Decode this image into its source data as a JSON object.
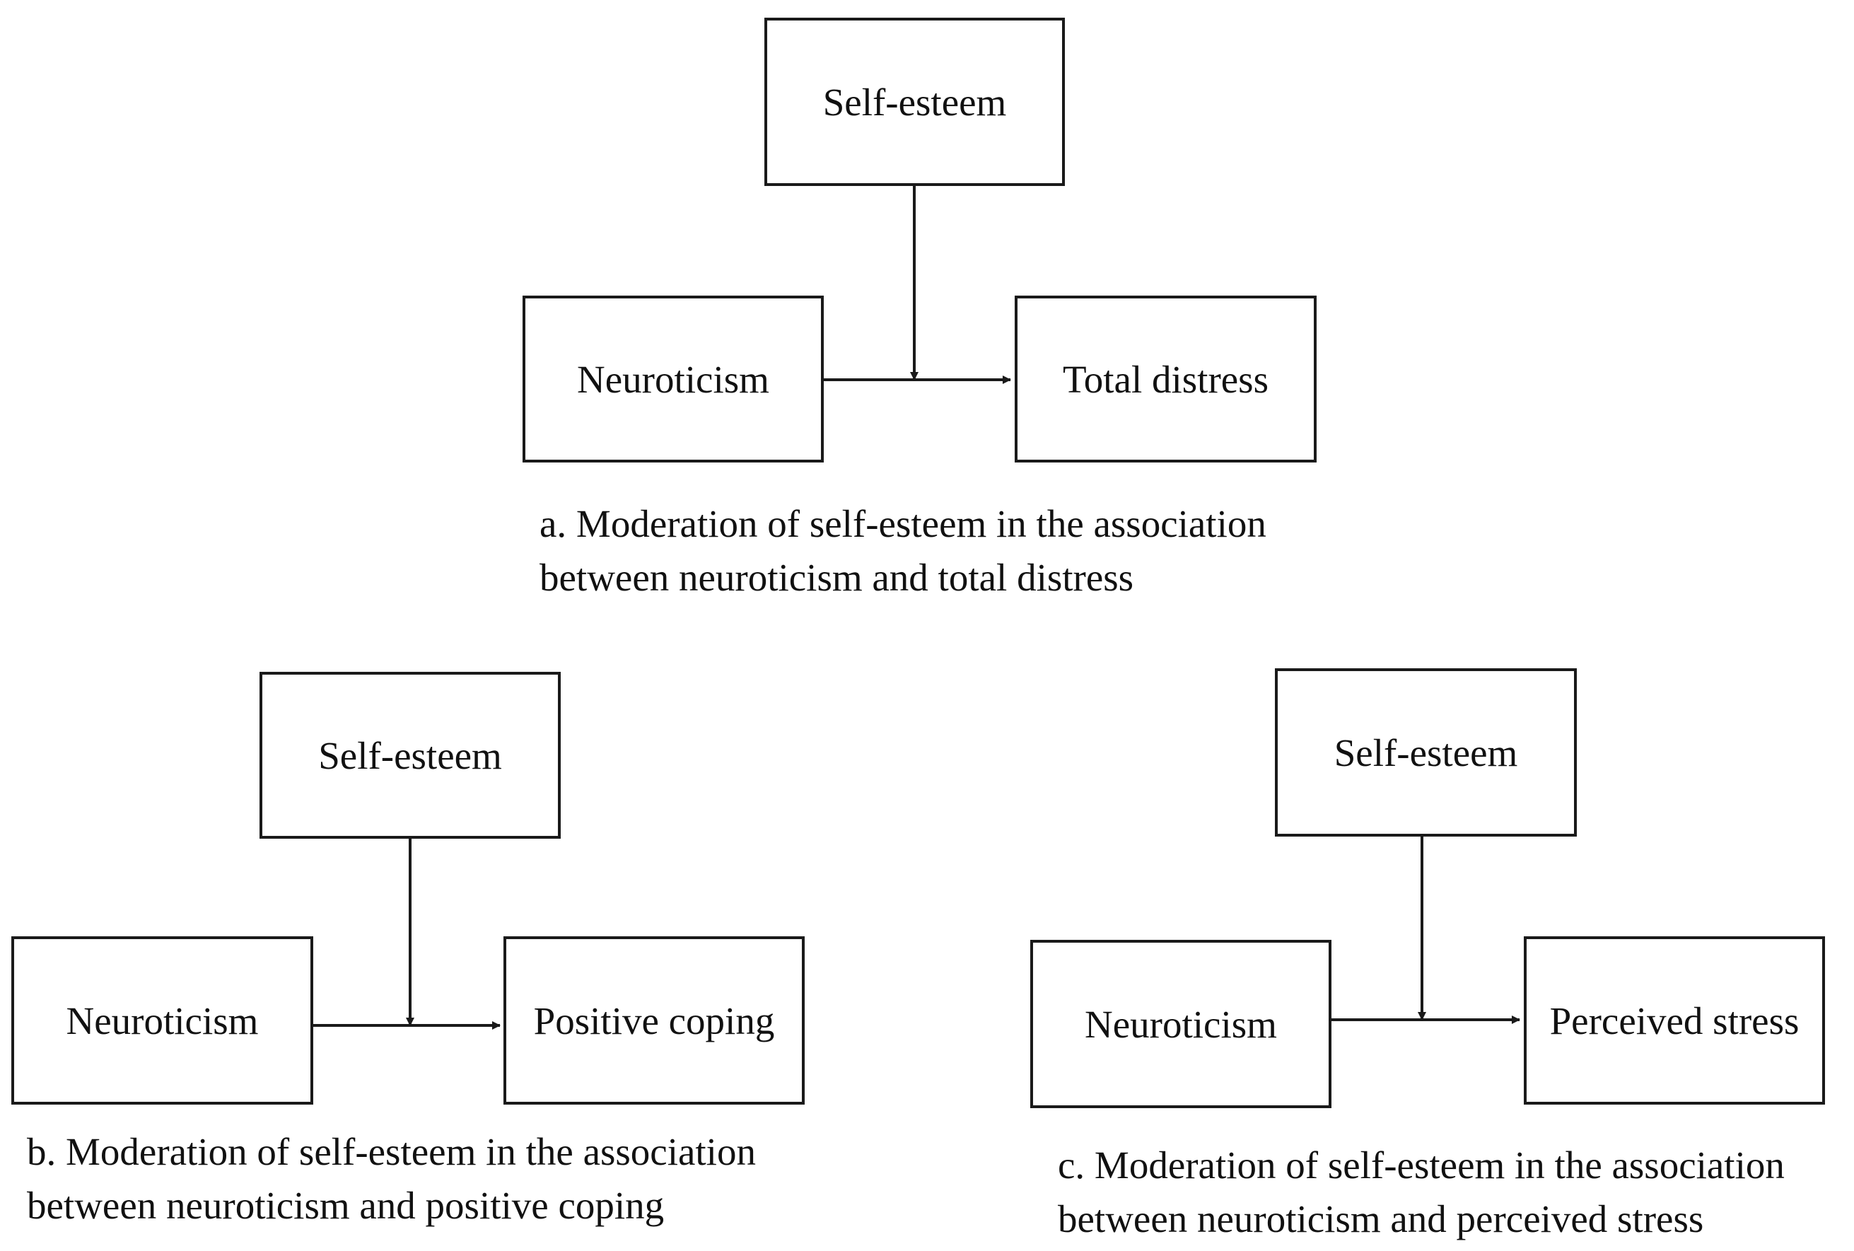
{
  "diagrams": [
    {
      "moderator": "Self-esteem",
      "predictor": "Neuroticism",
      "outcome": "Total distress",
      "caption_line1": "a. Moderation of self-esteem in the association",
      "caption_line2": "between neuroticism and total distress"
    },
    {
      "moderator": "Self-esteem",
      "predictor": "Neuroticism",
      "outcome": "Positive coping",
      "caption_line1": "b. Moderation of self-esteem in the association",
      "caption_line2": "between neuroticism and positive coping"
    },
    {
      "moderator": "Self-esteem",
      "predictor": "Neuroticism",
      "outcome": "Perceived stress",
      "caption_line1": "c. Moderation of self-esteem in the association",
      "caption_line2": "between neuroticism and perceived stress"
    }
  ]
}
